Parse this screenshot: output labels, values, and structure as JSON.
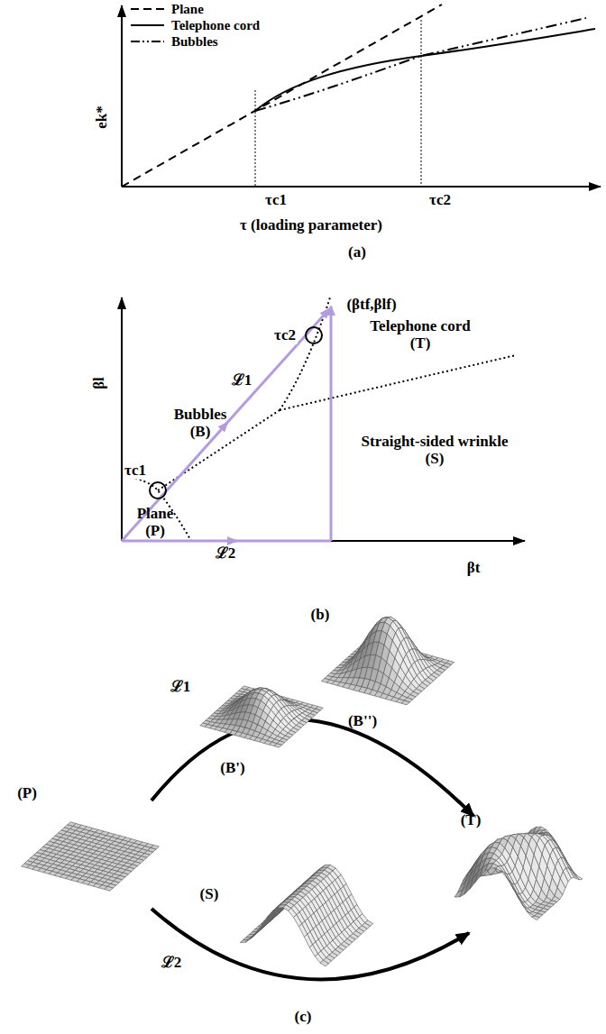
{
  "diagram": {
    "labels": [
      "ek*",
      "τc1",
      "τc2",
      "τ (loading parameter)",
      "(a)",
      "βl",
      "(βtf,βlf)",
      "τc2",
      "Telephone cord (T)",
      "Bubbles (B)",
      "ℒ1",
      "τc1",
      "Plane (P)",
      "Straight-sided wrinkle (S)",
      "ℒ2",
      "βt",
      "(b)",
      "(B')",
      "(B'')",
      "(P)",
      "ℒ1",
      "(T)",
      "ℒ2",
      "(S)",
      "(c)"
    ],
    "legend": [
      {
        "text": "Plane"
      },
      {
        "text": "Telephone cord"
      },
      {
        "text": "Bubbles"
      }
    ]
  }
}
